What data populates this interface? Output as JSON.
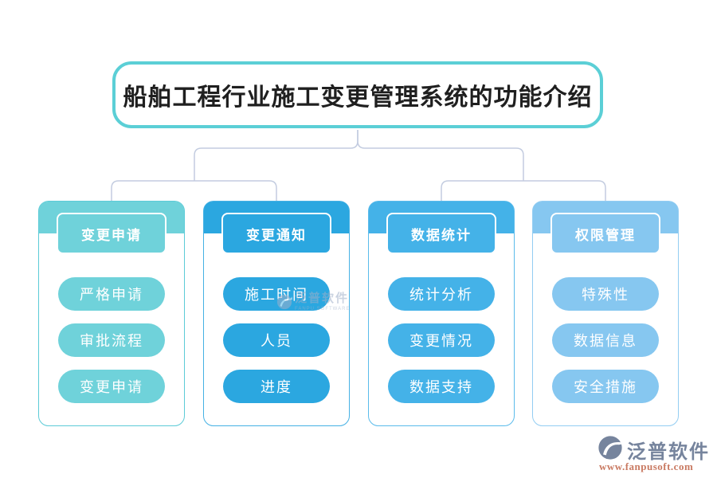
{
  "title": {
    "text": "船舶工程行业施工变更管理系统的功能介绍"
  },
  "columns": [
    {
      "header": "变更申请",
      "items": [
        "严格申请",
        "审批流程",
        "变更申请"
      ],
      "theme_color": "#6FD2DA",
      "border_color": "#5CCBD7"
    },
    {
      "header": "变更通知",
      "items": [
        "施工时间",
        "人员",
        "进度"
      ],
      "theme_color": "#2BA7E0",
      "border_color": "#45B1E4"
    },
    {
      "header": "数据统计",
      "items": [
        "统计分析",
        "变更情况",
        "数据支持"
      ],
      "theme_color": "#44B2E8",
      "border_color": "#5ABBEB"
    },
    {
      "header": "权限管理",
      "items": [
        "特殊性",
        "数据信息",
        "安全措施"
      ],
      "theme_color": "#86C7F0",
      "border_color": "#93CDF2"
    }
  ],
  "watermark": {
    "name": "泛普软件",
    "subtitle": "FANPU SOFTWARE"
  },
  "footer_logo": {
    "name": "泛普软件",
    "website": "www.fanpusoft.com"
  },
  "colors": {
    "title_border": "#5BCFD6",
    "title_text": "#1F1F1F",
    "connector": "#C3CCE0",
    "logo_text": "#76849D",
    "logo_url": "#C97A62",
    "watermark": "#9FB0C9"
  }
}
